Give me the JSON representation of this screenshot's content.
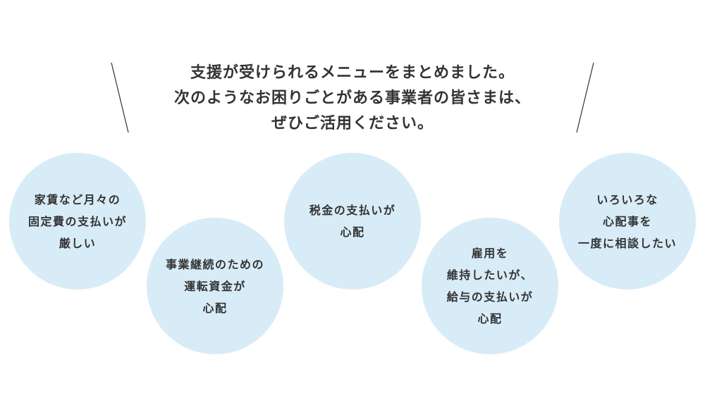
{
  "heading": {
    "line1": "支援が受けられるメニューをまとめました。",
    "line2": "次のようなお困りごとがある事業者の皆さまは、",
    "line3": "ぜひご活用ください。"
  },
  "colors": {
    "circle_fill": "#d8ecf7",
    "text": "#333333",
    "line": "#333333"
  },
  "concerns": [
    {
      "lines": [
        "家賃など月々の",
        "固定費の支払いが",
        "厳しい"
      ]
    },
    {
      "lines": [
        "事業継続のための",
        "運転資金が",
        "心配"
      ]
    },
    {
      "lines": [
        "税金の支払いが",
        "心配"
      ]
    },
    {
      "lines": [
        "雇用を",
        "維持したいが、",
        "給与の支払いが",
        "心配"
      ]
    },
    {
      "lines": [
        "いろいろな",
        "心配事を",
        "一度に相談したい"
      ]
    }
  ]
}
